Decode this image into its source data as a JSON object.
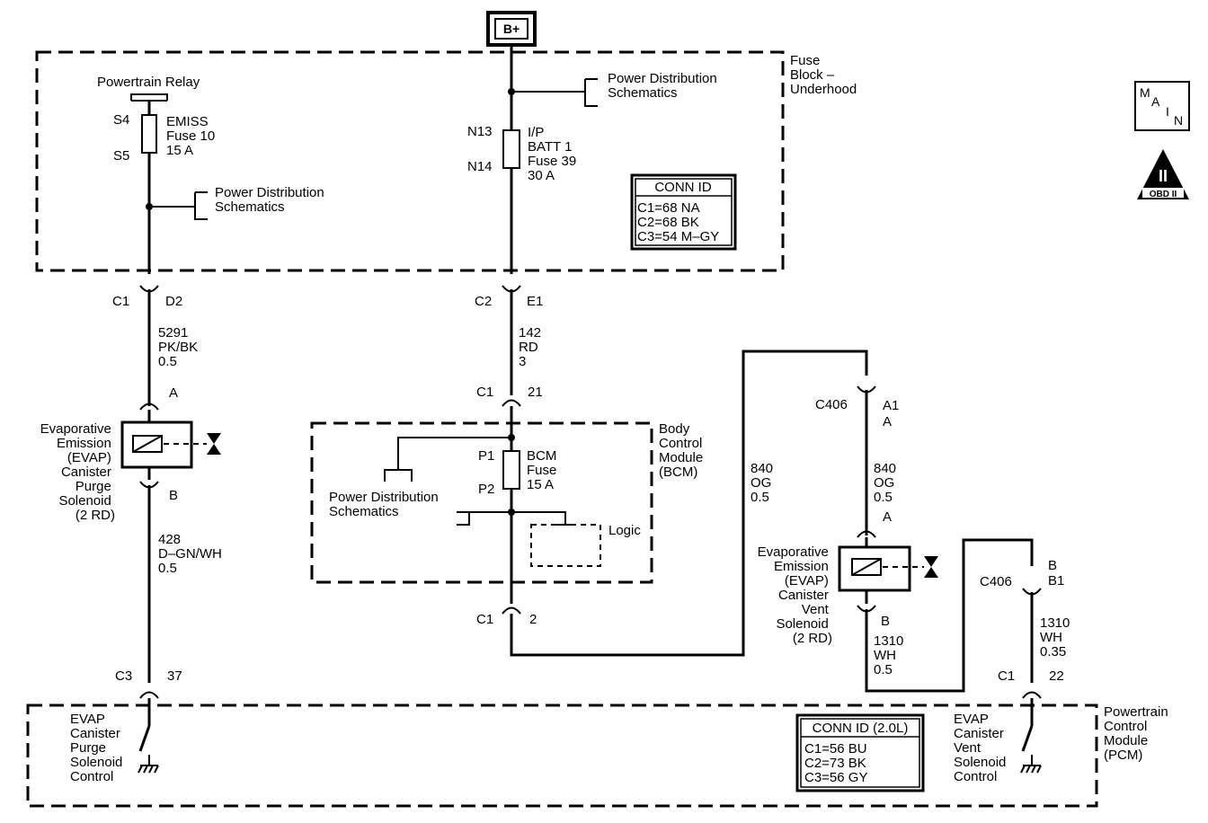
{
  "bplus": "B+",
  "fuse_block": {
    "label_lines": [
      "Fuse",
      "Block –",
      "Underhood"
    ]
  },
  "powertrain_relay": "Powertrain Relay",
  "left_fuse": {
    "pin_top": "S4",
    "pin_bottom": "S5",
    "lines": [
      "EMISS",
      "Fuse 10",
      "15 A"
    ]
  },
  "power_dist_left": [
    "Power Distribution",
    "Schematics"
  ],
  "power_dist_top": [
    "Power Distribution",
    "Schematics"
  ],
  "ip_fuse": {
    "pin_top": "N13",
    "pin_bottom": "N14",
    "lines": [
      "I/P",
      "BATT 1",
      "Fuse 39",
      "30 A"
    ]
  },
  "conn_id_top": {
    "title": "CONN ID",
    "rows": [
      "C1=68 NA",
      "C2=68 BK",
      "C3=54 M–GY"
    ]
  },
  "main_icon": {
    "letters": [
      "M",
      "A",
      "I",
      "N"
    ]
  },
  "obd_icon": {
    "top": "II",
    "bottom": "OBD II"
  },
  "left_branch": {
    "conn1": {
      "left": "C1",
      "right": "D2"
    },
    "wire1": [
      "5291",
      "PK/BK",
      "0.5"
    ],
    "pin_a": "A",
    "solenoid_label": [
      "Evaporative",
      "Emission",
      "(EVAP)",
      "Canister",
      "Purge",
      "Solenoid",
      "(2 RD)"
    ],
    "pin_b": "B",
    "wire2": [
      "428",
      "D–GN/WH",
      "0.5"
    ],
    "conn2": {
      "left": "C3",
      "right": "37"
    }
  },
  "center_branch": {
    "conn1": {
      "left": "C2",
      "right": "E1"
    },
    "wire1": [
      "142",
      "RD",
      "3"
    ],
    "conn2": {
      "left": "C1",
      "right": "21"
    },
    "bcm_fuse": {
      "pin_top": "P1",
      "pin_bottom": "P2",
      "lines": [
        "BCM",
        "Fuse",
        "15 A"
      ]
    },
    "power_dist": [
      "Power Distribution",
      "Schematics"
    ],
    "logic": "Logic",
    "conn3": {
      "left": "C1",
      "right": "2"
    }
  },
  "bcm": {
    "label_lines": [
      "Body",
      "Control",
      "Module",
      "(BCM)"
    ]
  },
  "wire_840_left": [
    "840",
    "OG",
    "0.5"
  ],
  "vent_branch": {
    "conn1": {
      "left": "C406",
      "right_top": "A1",
      "right_bottom": "A"
    },
    "wire1": [
      "840",
      "OG",
      "0.5"
    ],
    "pin_a": "A",
    "solenoid_label": [
      "Evaporative",
      "Emission",
      "(EVAP)",
      "Canister",
      "Vent",
      "Solenoid",
      "(2 RD)"
    ],
    "pin_b": "B",
    "wire2": [
      "1310",
      "WH",
      "0.5"
    ]
  },
  "right_branch": {
    "conn1": {
      "left": "C406",
      "right_top": "B",
      "right_bottom": "B1"
    },
    "wire1": [
      "1310",
      "WH",
      "0.35"
    ],
    "conn2": {
      "left": "C1",
      "right": "22"
    }
  },
  "pcm": {
    "label_lines": [
      "Powertrain",
      "Control",
      "Module",
      "(PCM)"
    ],
    "left_ctrl": [
      "EVAP",
      "Canister",
      "Purge",
      "Solenoid",
      "Control"
    ],
    "right_ctrl": [
      "EVAP",
      "Canister",
      "Vent",
      "Solenoid",
      "Control"
    ],
    "conn_id": {
      "title": "CONN ID (2.0L)",
      "rows": [
        "C1=56 BU",
        "C2=73 BK",
        "C3=56 GY"
      ]
    }
  }
}
